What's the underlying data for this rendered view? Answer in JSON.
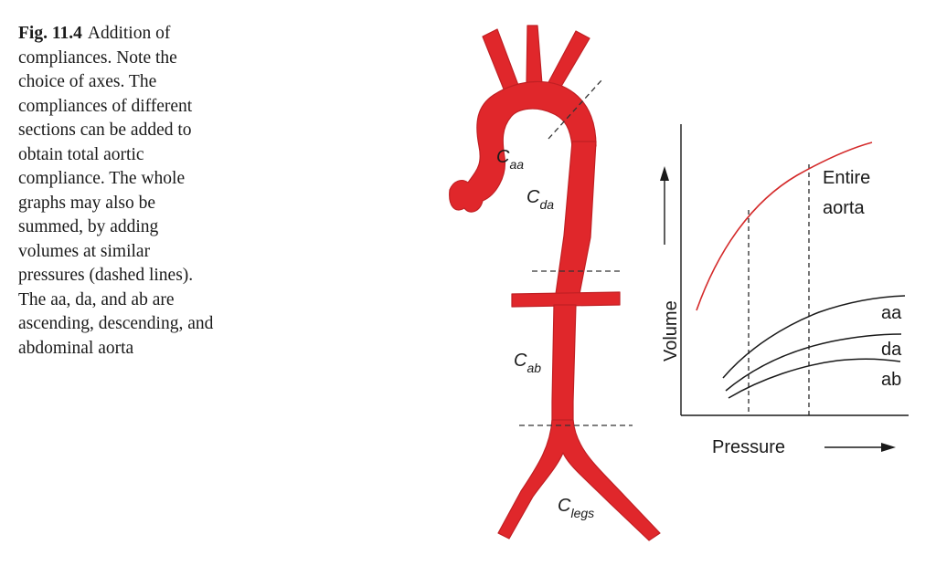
{
  "caption": {
    "label": "Fig. 11.4",
    "lines": [
      "Addition of",
      "compliances. Note the",
      "choice of axes. The",
      "compliances of different",
      "sections can be added to",
      "obtain total aortic",
      "compliance. The whole",
      "graphs may also be",
      "summed, by adding",
      "volumes at similar",
      "pressures (dashed lines).",
      "The aa, da, and ab are",
      "ascending, descending, and",
      "abdominal aorta"
    ]
  },
  "aorta_diagram": {
    "color": "#e0272b",
    "segments": [
      {
        "symbol": "C",
        "subscript": "aa"
      },
      {
        "symbol": "C",
        "subscript": "da"
      },
      {
        "symbol": "C",
        "subscript": "ab"
      },
      {
        "symbol": "C",
        "subscript": "legs"
      }
    ]
  },
  "graph": {
    "y_axis_label": "Volume",
    "x_axis_label": "Pressure",
    "curves": [
      {
        "label_lines": [
          "Entire",
          "aorta"
        ],
        "color": "#d42b2b"
      },
      {
        "label_lines": [
          "aa"
        ],
        "color": "#1a1a1a"
      },
      {
        "label_lines": [
          "da"
        ],
        "color": "#1a1a1a"
      },
      {
        "label_lines": [
          "ab"
        ],
        "color": "#1a1a1a"
      }
    ]
  }
}
